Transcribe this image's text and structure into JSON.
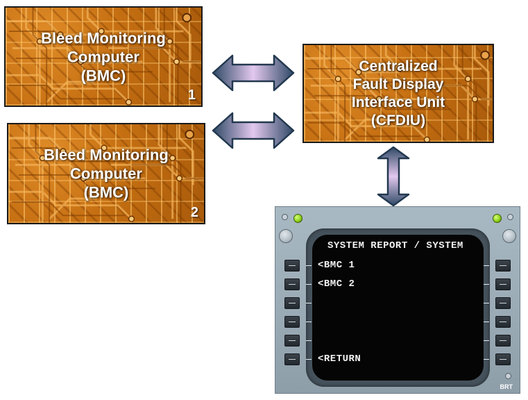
{
  "bmc1": {
    "line1": "Bleed Monitoring",
    "line2": "Computer",
    "line3": "(BMC)",
    "number": "1"
  },
  "bmc2": {
    "line1": "Bleed Monitoring",
    "line2": "Computer",
    "line3": "(BMC)",
    "number": "2"
  },
  "cfdiu": {
    "line1": "Centralized",
    "line2": "Fault Display",
    "line3": "Interface Unit",
    "line4": "(CFDIU)"
  },
  "mcdu": {
    "title": "SYSTEM REPORT / SYSTEM",
    "line1": "<BMC 1",
    "line2": "<BMC 2",
    "line6": "<RETURN",
    "brt_label": "BRT"
  },
  "colors": {
    "board_orange": "#c56f12",
    "arrow_dark": "#2f4a66",
    "arrow_light": "#d9b8e6",
    "panel_grey": "#a9b9c3",
    "screen_black": "#050505",
    "led_green": "#8ed21b"
  },
  "icons": {
    "double_arrow": "double-headed-arrow-icon",
    "led": "led-indicator-icon",
    "screw": "screw-icon",
    "knob": "brightness-knob-icon"
  }
}
